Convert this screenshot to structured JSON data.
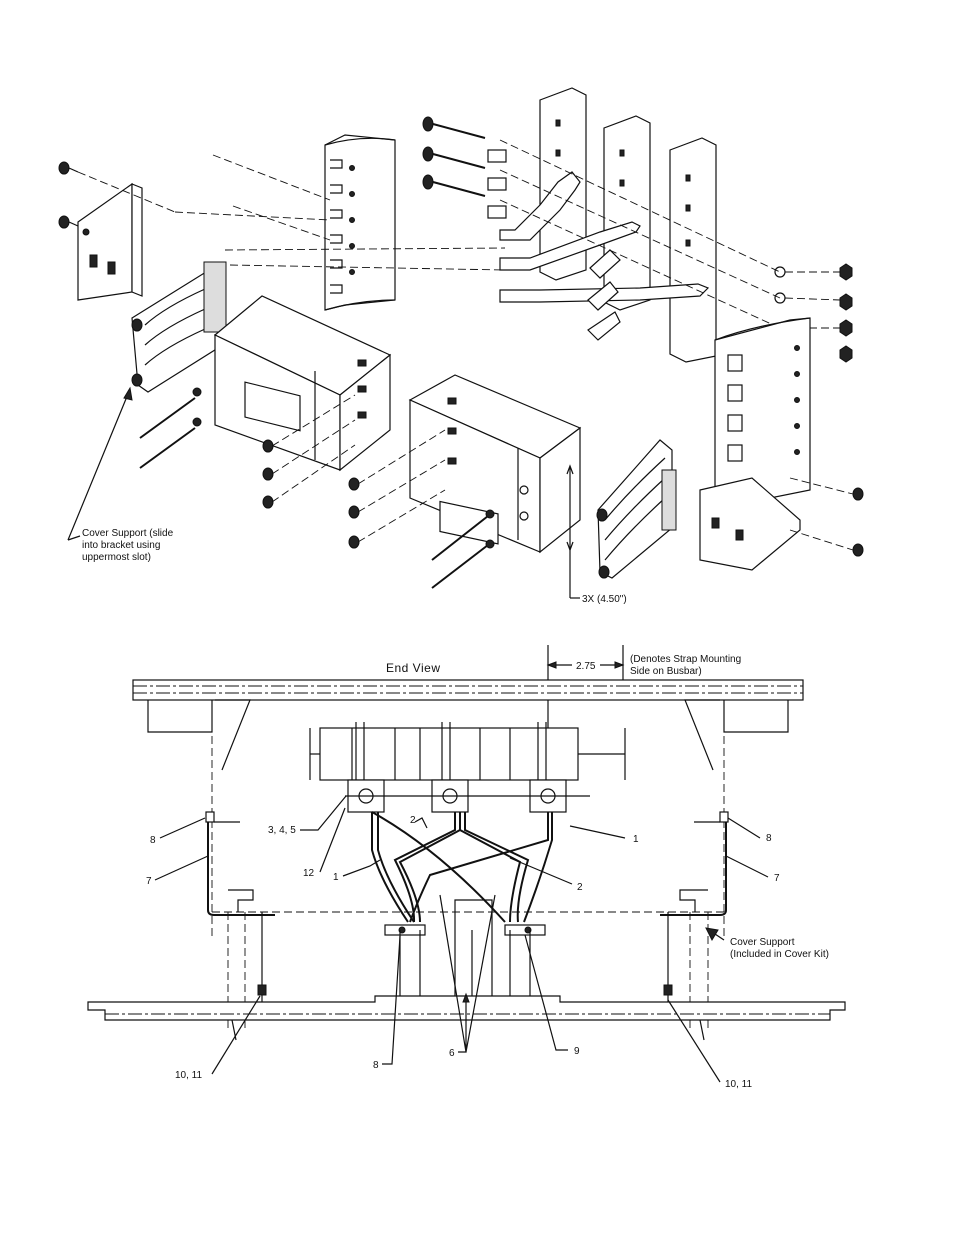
{
  "exploded_view": {
    "cover_support_note": [
      "Cover Support (slide",
      "into bracket using",
      "uppermost slot)"
    ],
    "dimension_label": "3X (4.50\")"
  },
  "end_view": {
    "title": "End View",
    "dimension_value": "2.75",
    "strap_note": [
      "(Denotes Strap Mounting",
      "Side on Busbar)"
    ],
    "cover_support_note": [
      "Cover Support",
      "(Included in Cover Kit)"
    ],
    "callouts": {
      "c345": "3, 4, 5",
      "c12": "12",
      "c1_left": "1",
      "c1_right": "1",
      "c2_top": "2",
      "c2_right": "2",
      "c8_left": "8",
      "c8_right": "8",
      "c8_bottom": "8",
      "c7_left": "7",
      "c7_right": "7",
      "c6": "6",
      "c9": "9",
      "c1011_left": "10, 11",
      "c1011_right": "10, 11"
    }
  }
}
